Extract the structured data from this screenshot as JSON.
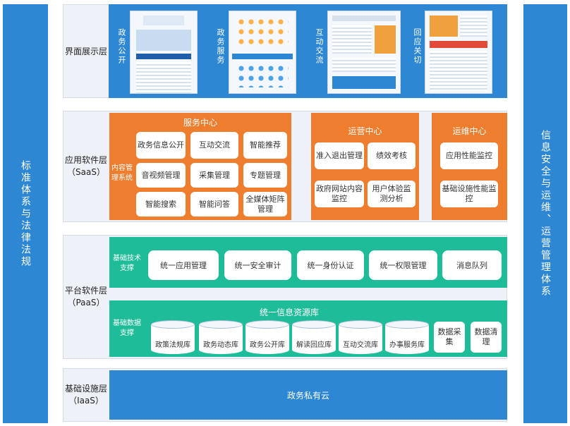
{
  "left_side": "标准体系与法律法规",
  "right_side": "信息安全与运维、运营管理体系",
  "ui_layer": {
    "label": "界面展示层",
    "items": [
      {
        "label": "政务公开"
      },
      {
        "label": "政务服务"
      },
      {
        "label": "互动交流"
      },
      {
        "label": "回应关切"
      }
    ]
  },
  "saas": {
    "label": "应用软件层（SaaS）",
    "service": {
      "title": "服务中心",
      "side_label": "内容管理系统",
      "boxes": [
        "政务信息公开",
        "互动交流",
        "智能推荐",
        "音视频管理",
        "采集管理",
        "专题管理",
        "智能搜索",
        "智能问答",
        "全媒体矩阵管理"
      ]
    },
    "operation": {
      "title": "运营中心",
      "boxes": [
        "准入退出管理",
        "绩效考核",
        "政府网站内容监控",
        "用户体验监测分析"
      ]
    },
    "maintenance": {
      "title": "运维中心",
      "boxes": [
        "应用性能监控",
        "基础设施性能监控"
      ]
    }
  },
  "paas": {
    "label": "平台软件层（PaaS）",
    "tech": {
      "label": "基础技术支撑",
      "boxes": [
        "统一应用管理",
        "统一安全审计",
        "统一身份认证",
        "统一权限管理",
        "消息队列"
      ]
    },
    "data": {
      "label": "基础数据支撑",
      "title": "统一信息资源库",
      "dbs": [
        "政策法规库",
        "政务动态库",
        "政务公开库",
        "解读回应库",
        "互动交流库",
        "办事服务库"
      ],
      "boxes": [
        "数据采集",
        "数据清理"
      ]
    }
  },
  "iaas": {
    "label": "基础设施层（IaaS）",
    "content": "政务私有云"
  },
  "colors": {
    "blue": "#2e87d3",
    "orange": "#ee7d2e",
    "green": "#1ebc98"
  }
}
